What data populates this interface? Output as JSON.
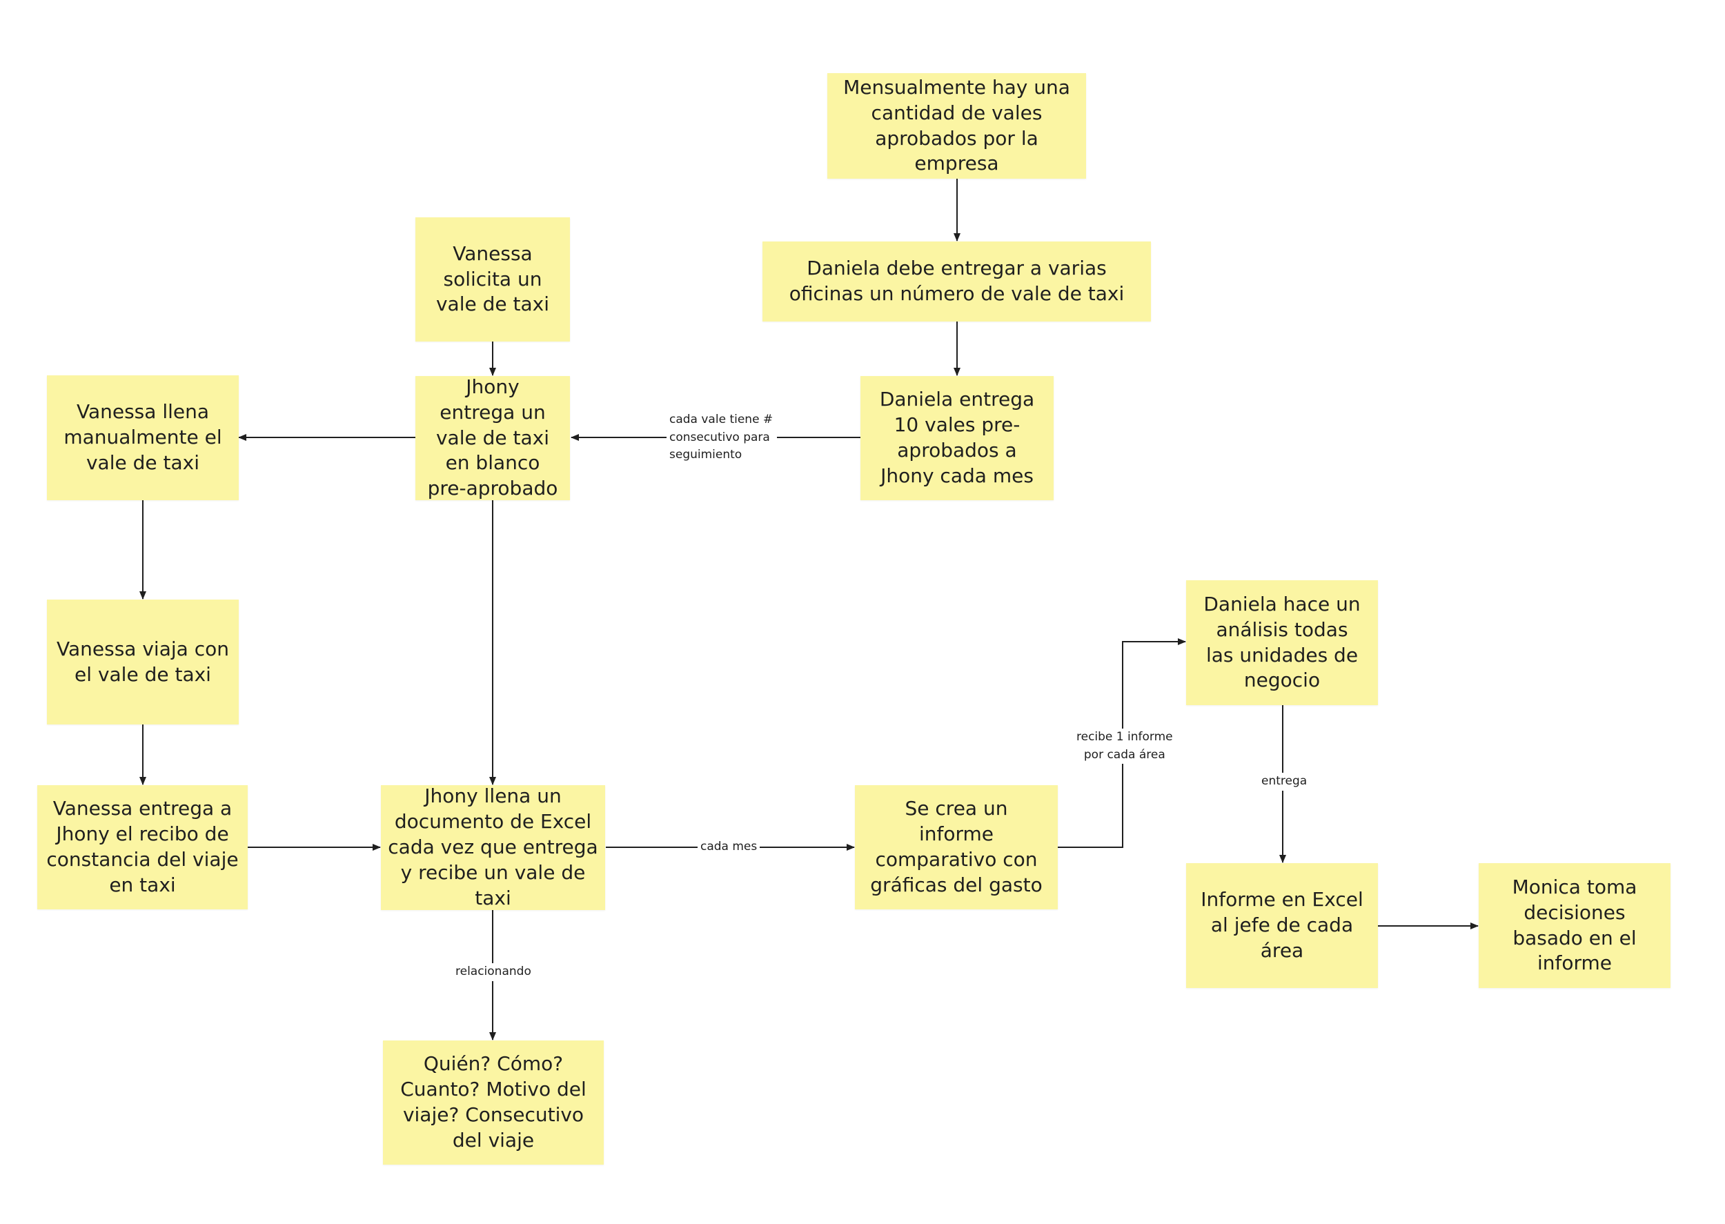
{
  "colors": {
    "note_fill": "#fbf5a3",
    "edge": "#1f1f1f",
    "text": "#1f1f1f"
  },
  "nodes": {
    "mensual": "Mensualmente hay una cantidad de vales aprobados por la empresa",
    "daniela_oficinas": "Daniela debe entregar a varias oficinas un número de vale de taxi",
    "vanessa_solicita": "Vanessa solicita un vale de taxi",
    "jhony_entrega": "Jhony entrega un vale de taxi en blanco pre-aprobado",
    "daniela_entrega": "Daniela entrega 10 vales pre-aprobados a Jhony cada mes",
    "vanessa_llena": "Vanessa llena manualmente el vale de taxi",
    "vanessa_viaja": "Vanessa viaja con el vale de taxi",
    "vanessa_recibo": "Vanessa entrega a Jhony el recibo de constancia del viaje en taxi",
    "jhony_excel": "Jhony llena un documento de Excel cada vez que entrega y recibe un vale de taxi",
    "quien": "Quién? Cómo? Cuanto? Motivo del viaje? Consecutivo del viaje",
    "informe_comparativo": "Se crea un informe comparativo con gráficas del gasto",
    "daniela_analisis": "Daniela hace un análisis todas las unidades de negocio",
    "informe_excel": "Informe en Excel al jefe de cada área",
    "monica": "Monica toma decisiones basado en el informe"
  },
  "edge_labels": {
    "consecutivo": "cada vale tiene #\nconsecutivo para\nseguimiento",
    "cada_mes": "cada mes",
    "recibe_informe": "recibe 1 informe\npor cada área",
    "entrega": "entrega",
    "relacionando": "relacionando"
  }
}
